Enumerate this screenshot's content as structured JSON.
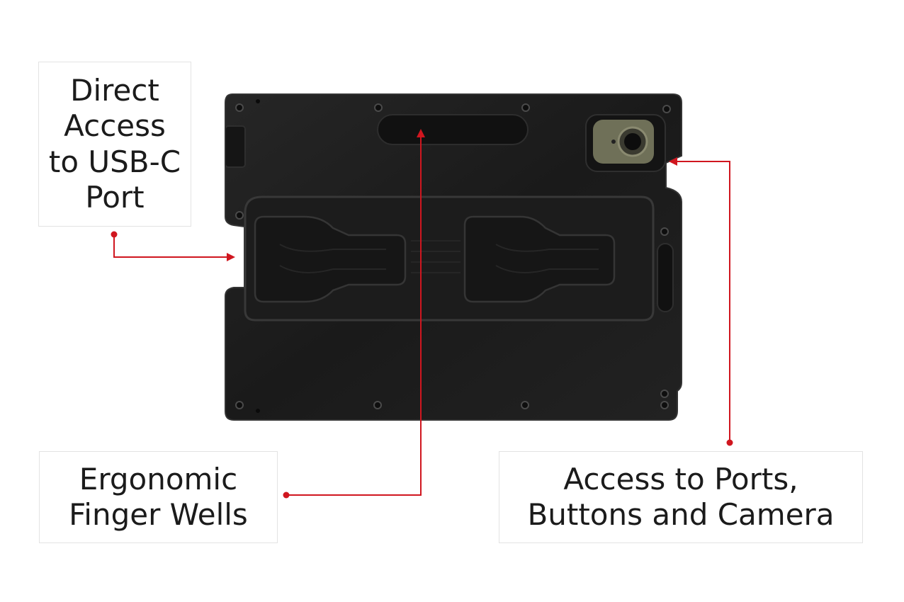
{
  "colors": {
    "leader": "#d0161f",
    "case_body": "#1b1b1b",
    "case_edge": "#2b2b2b",
    "camera_plate": "#6f7058",
    "label_border": "#e3e3e3",
    "text": "#1b1b1b"
  },
  "callouts": {
    "usb_c": {
      "lines": [
        "Direct",
        "Access",
        "to USB-C",
        "Port"
      ]
    },
    "finger_wells": {
      "lines": [
        "Ergonomic",
        "Finger Wells"
      ]
    },
    "ports": {
      "lines": [
        "Access to Ports,",
        "Buttons and Camera"
      ]
    }
  },
  "icons": {
    "product": "tablet-case-back-icon",
    "camera": "camera-lens-icon"
  }
}
